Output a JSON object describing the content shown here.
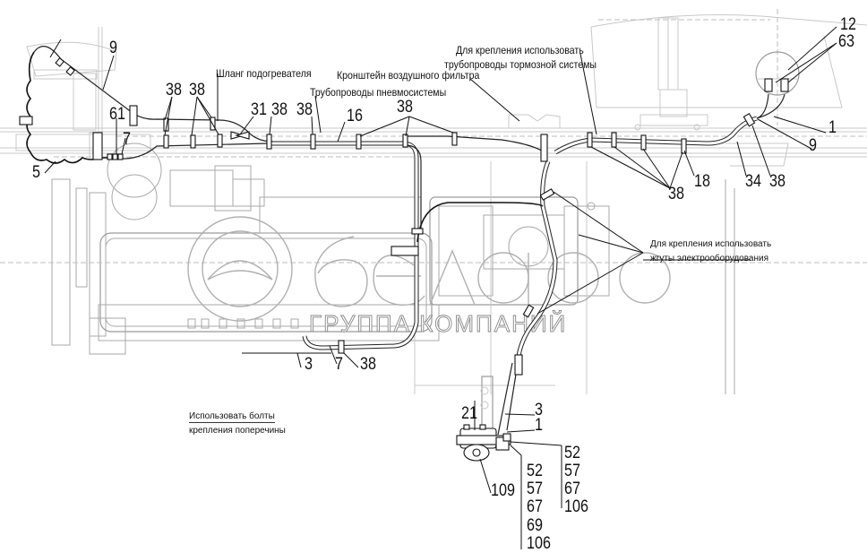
{
  "diagram": {
    "type": "assembly-drawing",
    "subject": "Pneumatic system pipeline routing on engine and frame",
    "watermark": {
      "brand": "белАвто",
      "subtitle": "ГРУППА КОМПАНИЙ"
    },
    "notes": {
      "heater_hose": "Шланг подогревателя",
      "air_filter_bracket": "Кронштейн воздушного фильтра",
      "pneumatic_pipes": "Трубопроводы пневмосистемы",
      "brake_pipes_line1": "Для крепления использовать",
      "brake_pipes_line2": "трубопроводы тормозной системы",
      "electrical_line1": "Для крепления использовать",
      "electrical_line2": "жгуты электрооборудования",
      "crossmember_line1": "Использовать болты",
      "crossmember_line2": "крепления поперечины"
    },
    "callouts": {
      "c9_top": "9",
      "c38_a": "38",
      "c38_b": "38",
      "c61": "61",
      "c7_top": "7",
      "c5": "5",
      "c31": "31",
      "c38_c": "38",
      "c38_d": "38",
      "c16": "16",
      "c38_e": "38",
      "c12": "12",
      "c63": "63",
      "c1_right": "1",
      "c9_right": "9",
      "c38_right": "38",
      "c34": "34",
      "c18": "18",
      "c38_f": "38",
      "c3_bottom": "3",
      "c7_bottom": "7",
      "c38_bottom": "38",
      "c21": "21",
      "c3_valve": "3",
      "c1_valve": "1",
      "c109": "109"
    },
    "stack_left": [
      "52",
      "57",
      "67",
      "69",
      "106"
    ],
    "stack_right": [
      "52",
      "57",
      "67",
      "106"
    ]
  }
}
